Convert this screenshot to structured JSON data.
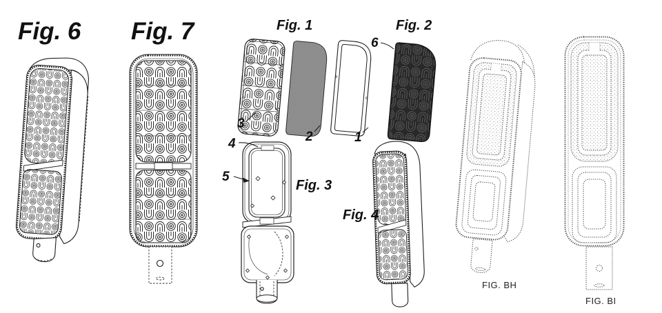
{
  "sheet": {
    "background": "#ffffff",
    "ink": "#1d1d1d",
    "description_labels_only": true
  },
  "figures": {
    "fig6": {
      "label": "Fig. 6"
    },
    "fig7": {
      "label": "Fig. 7"
    },
    "fig1": {
      "label": "Fig. 1"
    },
    "fig2": {
      "label": "Fig. 2"
    },
    "fig3": {
      "label": "Fig. 3"
    },
    "fig4": {
      "label": "Fig. 4"
    },
    "figBH": {
      "label": "FIG. BH"
    },
    "figBI": {
      "label": "FIG. BI"
    }
  },
  "reference_numerals": {
    "n1": "1",
    "n2": "2",
    "n3": "3",
    "n4": "4",
    "n5": "5",
    "n6": "6"
  },
  "colors": {
    "ink": "#1d1d1d",
    "diffuser_panel_gray": "#8f8f8f",
    "grille_panel_dark": "#282828",
    "dark_pattern_line": "#5d5d5d",
    "stipple_gray": "#6f6f6f"
  }
}
